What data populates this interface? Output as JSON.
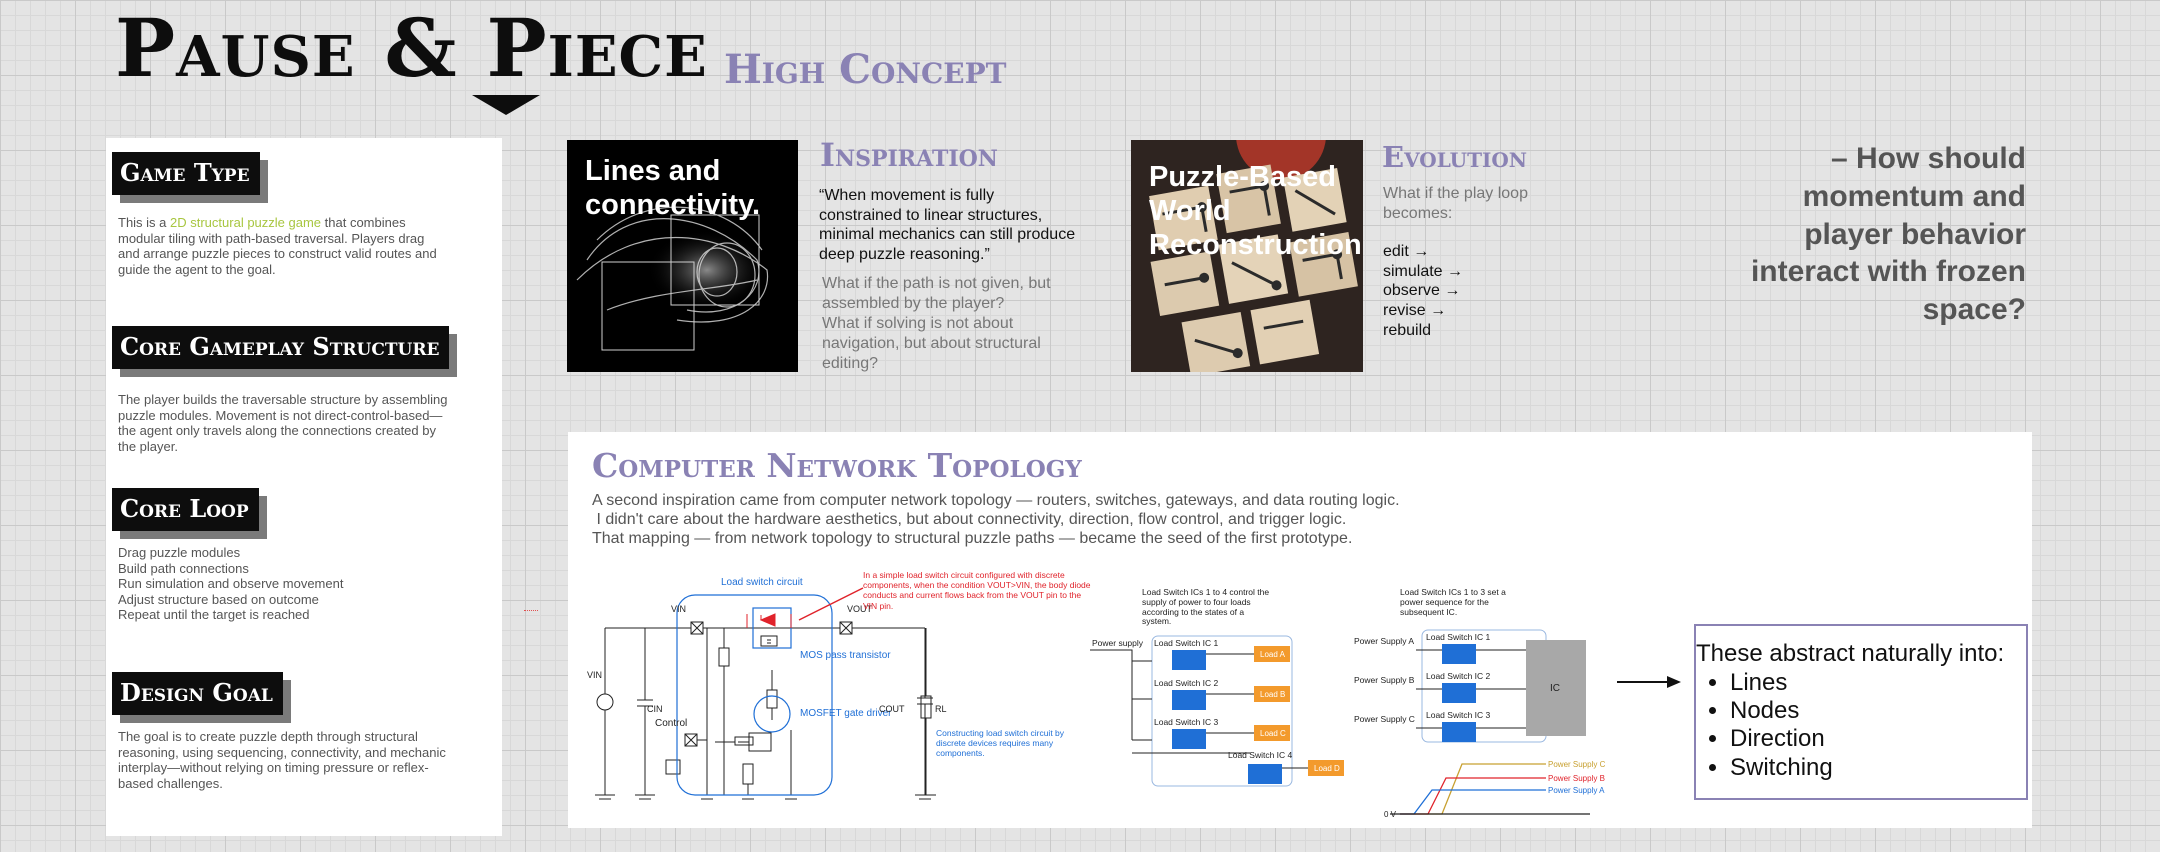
{
  "title": {
    "main": "Pause & Piece",
    "sub": "High Concept"
  },
  "left_panel": {
    "game_type": {
      "heading": "Game Type",
      "text_before": "This is a ",
      "highlight": "2D structural puzzle game",
      "text_after": " that combines modular tiling with path-based traversal. Players drag and arrange puzzle pieces to construct valid routes and guide the agent to the goal."
    },
    "core_structure": {
      "heading": "Core Gameplay Structure",
      "text": "The player builds the traversable structure by assembling puzzle modules. Movement is not direct-control-based—the agent only travels along the connections created by the player."
    },
    "core_loop": {
      "heading": "Core Loop",
      "lines": [
        "Drag puzzle modules",
        "Build path connections",
        "Run simulation and observe movement",
        "Adjust structure based on outcome",
        "Repeat until the target is reached"
      ]
    },
    "design_goal": {
      "heading": "Design Goal",
      "text": "The goal is to create puzzle depth through structural reasoning, using sequencing, connectivity, and mechanic interplay—without relying on timing pressure or reflex-based challenges."
    }
  },
  "inspiration": {
    "image_caption": "Lines and connectivity.",
    "heading": "Inspiration",
    "quote": "“When movement is fully constrained to linear structures, minimal mechanics can still produce deep puzzle reasoning.”",
    "questions": "What if the path is not given, but assembled by the player?\nWhat if solving is not about navigation, but about structural editing?"
  },
  "evolution": {
    "image_caption": "Puzzle-Based World Reconstruction",
    "heading": "Evolution",
    "intro": "What if the play loop becomes:",
    "loop": [
      "edit →",
      "simulate →",
      "observe →",
      "revise →",
      "rebuild"
    ]
  },
  "question": "– How should momentum and player behavior interact with frozen space?",
  "network": {
    "heading": "Computer Network Topology",
    "lines": [
      "A second inspiration came from computer network topology — routers, switches, gateways, and data routing logic.",
      " I didn't care about the hardware aesthetics, but about connectivity, direction, flow control, and trigger logic.",
      "That mapping — from network topology to structural puzzle paths — became the seed of the first prototype."
    ],
    "diagram1": {
      "circuit_label": "Load switch circuit",
      "red_note": "In a simple load switch circuit configured with discrete components, when the condition VOUT>VIN, the body diode conducts and current flows back from the VOUT pin to the VIN pin.",
      "mos_label": "MOS pass transistor",
      "gate_label": "MOSFET gate driver",
      "blue_note": "Constructing load switch circuit by discrete devices requires many components.",
      "vin": "VIN",
      "vout": "VOUT",
      "cin": "CIN",
      "cout": "COUT",
      "rl": "RL",
      "control": "Control"
    },
    "diagram2": {
      "caption": "Load Switch ICs 1 to 4 control the supply of power to four loads according to the states of a system.",
      "supply": "Power supply",
      "ics": [
        "Load Switch IC 1",
        "Load Switch IC 2",
        "Load Switch IC 3",
        "Load Switch IC 4"
      ],
      "loads": [
        "Load A",
        "Load B",
        "Load C",
        "Load D"
      ]
    },
    "diagram3": {
      "caption": "Load Switch ICs 1 to 3 set a power sequence for the subsequent IC.",
      "supplies": [
        "Power Supply A",
        "Power Supply B",
        "Power Supply C"
      ],
      "ics": [
        "Load Switch IC 1",
        "Load Switch IC 2",
        "Load Switch IC 3"
      ],
      "ic": "IC",
      "timing": [
        "Power Supply C",
        "Power Supply B",
        "Power Supply A"
      ],
      "zero": "0 V"
    },
    "abstract": {
      "title": "These abstract naturally into:",
      "items": [
        "Lines",
        "Nodes",
        "Direction",
        "Switching"
      ]
    }
  },
  "colors": {
    "accent": "#8a82b4",
    "highlight": "#a8c640",
    "orange": "#f39a2c",
    "blue": "#1f6fd6",
    "red": "#e0232b"
  }
}
